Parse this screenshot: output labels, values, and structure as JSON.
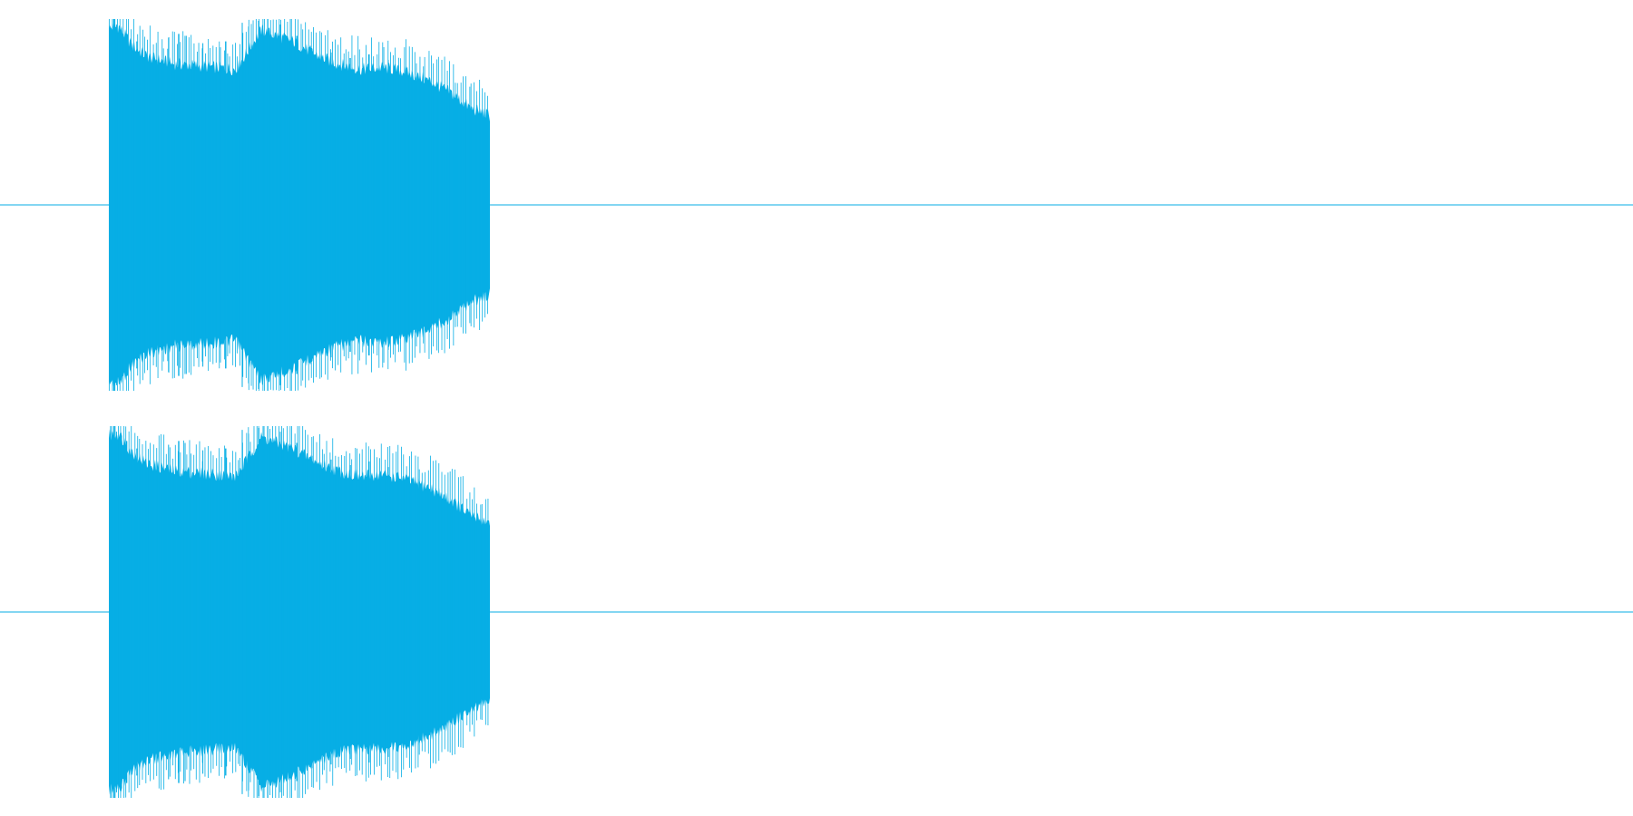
{
  "waveform": {
    "color": "#07AEE5",
    "background": "#FFFFFF",
    "channels": [
      {
        "name_semantic": "channel-1",
        "shape": "stereo-channel-waveform"
      },
      {
        "name_semantic": "channel-2",
        "shape": "stereo-channel-waveform"
      }
    ],
    "chart_data": {
      "type": "waveform",
      "channels": 2,
      "xlim": [
        0,
        1
      ],
      "amplitude": {
        "time": [
          0.0,
          0.008,
          0.018,
          0.03,
          0.05,
          0.07,
          0.1,
          0.12,
          0.145,
          0.165,
          0.18,
          0.198,
          0.215,
          0.232,
          0.252,
          0.27,
          0.285,
          0.3
        ],
        "upper": [
          0.95,
          0.96,
          0.86,
          0.8,
          0.76,
          0.75,
          0.73,
          0.94,
          0.88,
          0.8,
          0.76,
          0.73,
          0.74,
          0.72,
          0.67,
          0.6,
          0.52,
          0.48
        ],
        "lower": [
          0.95,
          0.96,
          0.86,
          0.8,
          0.76,
          0.75,
          0.73,
          0.94,
          0.88,
          0.8,
          0.76,
          0.73,
          0.74,
          0.72,
          0.67,
          0.6,
          0.52,
          0.48
        ]
      },
      "spikes": [
        {
          "t": 0.004,
          "amp": 1.0
        },
        {
          "t": 0.006,
          "amp": 0.97
        },
        {
          "t": 0.01,
          "amp": 0.95
        },
        {
          "t": 0.014,
          "amp": 0.92
        },
        {
          "t": 0.022,
          "amp": 0.88
        },
        {
          "t": 0.047,
          "amp": 0.9
        },
        {
          "t": 0.055,
          "amp": 0.92
        },
        {
          "t": 0.06,
          "amp": 0.91
        },
        {
          "t": 0.074,
          "amp": 0.87
        },
        {
          "t": 0.092,
          "amp": 0.88
        },
        {
          "t": 0.105,
          "amp": 0.98
        },
        {
          "t": 0.11,
          "amp": 0.96
        },
        {
          "t": 0.118,
          "amp": 0.99
        },
        {
          "t": 0.125,
          "amp": 1.0
        },
        {
          "t": 0.135,
          "amp": 0.97
        },
        {
          "t": 0.148,
          "amp": 0.91
        },
        {
          "t": 0.16,
          "amp": 0.84
        },
        {
          "t": 0.175,
          "amp": 0.82
        },
        {
          "t": 0.19,
          "amp": 0.79
        },
        {
          "t": 0.205,
          "amp": 0.81
        },
        {
          "t": 0.22,
          "amp": 0.78
        }
      ]
    }
  }
}
